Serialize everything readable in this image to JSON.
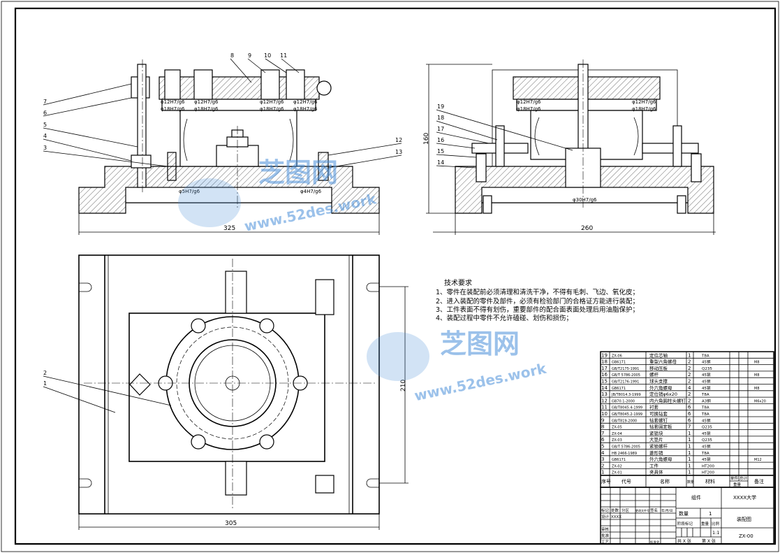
{
  "drawing": {
    "front_view": {
      "dimension_width": "325",
      "fits": [
        "φ12H7/g6",
        "φ18H7/g6",
        "φ12H7/g6",
        "φ18H7/g6",
        "φ12H7/g6",
        "φ18H7/g6",
        "φ12H7/g6",
        "φ18H7/g6",
        "φ5H7/g6",
        "φ4H7/g6"
      ],
      "balloons": [
        "7",
        "6",
        "5",
        "4",
        "3",
        "8",
        "9",
        "10",
        "11",
        "12",
        "13"
      ]
    },
    "side_view": {
      "dimension_width": "260",
      "dimension_height": "160",
      "fits": [
        "φ12H7/g6",
        "φ18H7/g6",
        "φ12H7/g6",
        "φ18H7/g6",
        "φ30H7/g6"
      ],
      "balloons": [
        "19",
        "18",
        "17",
        "16",
        "15",
        "14"
      ]
    },
    "top_view": {
      "dimension_width": "305",
      "dimension_height": "210",
      "balloons": [
        "2",
        "1"
      ]
    }
  },
  "tech_requirements": {
    "title": "技术要求",
    "items": [
      "1、零件在装配前必须清理和清洗干净，不得有毛刺、飞边、氧化皮；",
      "2、进入装配的零件及部件，必须有检验部门的合格证方能进行装配；",
      "3、工件表面不得有划伤，重要部件的配合面表面处理后用油脂保护；",
      "4、装配过程中零件不允许磕碰、划伤和损伤；"
    ]
  },
  "parts_list": {
    "headers": {
      "no": "序号",
      "code": "代号",
      "name": "名称",
      "qty": "数量",
      "material": "材料",
      "unit": "单件",
      "total": "总计",
      "weight": "重量",
      "remark": "备注"
    },
    "rows": [
      {
        "no": "19",
        "code": "ZX-06",
        "name": "定位芯轴",
        "qty": "1",
        "material": "T8A",
        "remark": ""
      },
      {
        "no": "18",
        "code": "GB6171",
        "name": "重型六角螺母",
        "qty": "2",
        "material": "45钢",
        "remark": "M8"
      },
      {
        "no": "17",
        "code": "GB/T2175-1991",
        "name": "移动压板",
        "qty": "2",
        "material": "Q235",
        "remark": ""
      },
      {
        "no": "16",
        "code": "GB/T 5786-2005",
        "name": "螺杆",
        "qty": "2",
        "material": "45钢",
        "remark": "M8"
      },
      {
        "no": "15",
        "code": "GB/T2176-1991",
        "name": "球头支撑",
        "qty": "2",
        "material": "45钢",
        "remark": ""
      },
      {
        "no": "14",
        "code": "GB6171",
        "name": "外六角螺母",
        "qty": "4",
        "material": "45钢",
        "remark": "M8"
      },
      {
        "no": "13",
        "code": "JB/T8014.3-1999",
        "name": "定位销φ6x20",
        "qty": "2",
        "material": "T8A",
        "remark": ""
      },
      {
        "no": "12",
        "code": "GB70.1-2000",
        "name": "内六角圆柱头螺钉",
        "qty": "2",
        "material": "A3钢",
        "remark": "M6x20"
      },
      {
        "no": "11",
        "code": "GB/T8045.4-1999",
        "name": "衬套",
        "qty": "6",
        "material": "T8A",
        "remark": ""
      },
      {
        "no": "10",
        "code": "GB/T8045.2-1999",
        "name": "可换钻套",
        "qty": "6",
        "material": "T8A",
        "remark": ""
      },
      {
        "no": "9",
        "code": "GB/T819-2000",
        "name": "钻套螺钉",
        "qty": "6",
        "material": "45钢",
        "remark": ""
      },
      {
        "no": "8",
        "code": "ZX-05",
        "name": "钻套固定板",
        "qty": "7",
        "material": "Q235",
        "remark": ""
      },
      {
        "no": "7",
        "code": "ZX-04",
        "name": "紧锁块",
        "qty": "1",
        "material": "45钢",
        "remark": ""
      },
      {
        "no": "6",
        "code": "ZX-03",
        "name": "大垫片",
        "qty": "1",
        "material": "Q235",
        "remark": ""
      },
      {
        "no": "5",
        "code": "GB/T 5786-2005",
        "name": "紧锁螺杆",
        "qty": "1",
        "material": "45钢",
        "remark": ""
      },
      {
        "no": "4",
        "code": "HB 2466-1989",
        "name": "菱形销",
        "qty": "1",
        "material": "T8A",
        "remark": ""
      },
      {
        "no": "3",
        "code": "GB6171",
        "name": "外六角螺母",
        "qty": "1",
        "material": "45钢",
        "remark": "M12"
      },
      {
        "no": "2",
        "code": "ZX-02",
        "name": "工件",
        "qty": "1",
        "material": "HT200",
        "remark": ""
      },
      {
        "no": "1",
        "code": "ZX-01",
        "name": "夹具体",
        "qty": "1",
        "material": "HT200",
        "remark": ""
      }
    ]
  },
  "title_block": {
    "assembly": "组件",
    "school": "XXXX大学",
    "drawing_name": "装配图",
    "drawing_no": "ZX-00",
    "qty_label": "数量",
    "qty_value": "1",
    "stage_label": "阶段标记",
    "weight_label": "重量",
    "scale_label": "比例",
    "scale_value": "1:1",
    "sheets_total": "共 X 张",
    "sheet_no": "第 X 张",
    "mark": "标记",
    "count": "处数",
    "zone": "分区",
    "change_doc": "更改文件号",
    "signature": "签名",
    "date": "年/月/日",
    "design": "设计",
    "designer": "XXXX",
    "standardization": "标准化",
    "review": "审核",
    "process": "工艺",
    "approve": "批准"
  },
  "watermark": {
    "brand": "芝图网",
    "url": "www.52des.work",
    "color": "#4a90d9"
  }
}
